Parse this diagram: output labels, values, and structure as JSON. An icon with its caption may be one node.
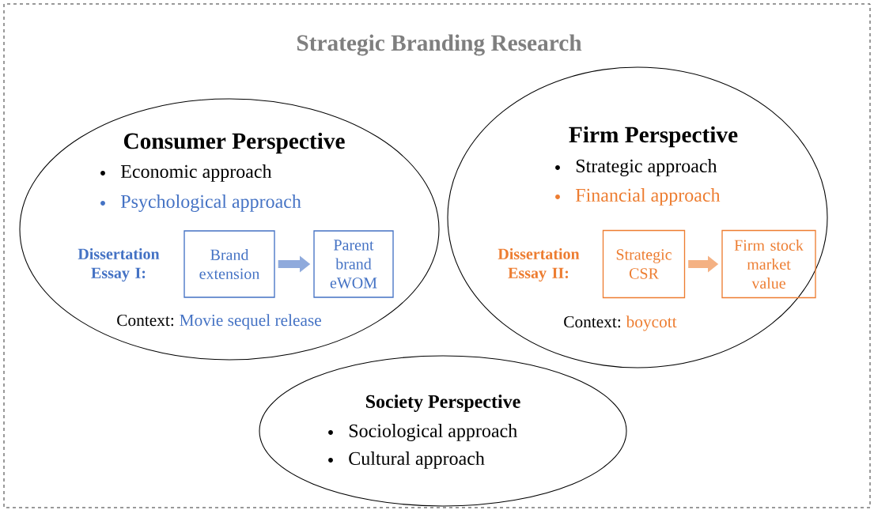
{
  "diagram": {
    "title": "Strategic Branding Research",
    "nodes": [
      {
        "text": [
          "Consumer Perspective",
          "Economic approach",
          "Psychological approach",
          "Dissertation Essay I:",
          "Context:",
          "Movie sequel release"
        ]
      },
      {
        "text": [
          "Brand extension"
        ],
        "in": 0
      },
      {
        "text": [
          "Parent brand eWOM"
        ],
        "in": 0
      },
      {
        "text": [
          "Firm Perspective",
          "Strategic approach",
          "Financial approach",
          "Dissertation Essay II:",
          "Context:",
          "boycott"
        ]
      },
      {
        "text": [
          "Strategic CSR"
        ],
        "in": 3
      },
      {
        "text": [
          "Firm stock market value"
        ],
        "in": 3
      },
      {
        "text": [
          "Society Perspective",
          "Sociological approach",
          "Cultural approach"
        ]
      }
    ],
    "edges": [
      {
        "from": 1,
        "to": 2,
        "arrow": "to",
        "color": "#8faadc"
      },
      {
        "from": 4,
        "to": 5,
        "arrow": "to",
        "color": "#f4b183"
      }
    ]
  }
}
